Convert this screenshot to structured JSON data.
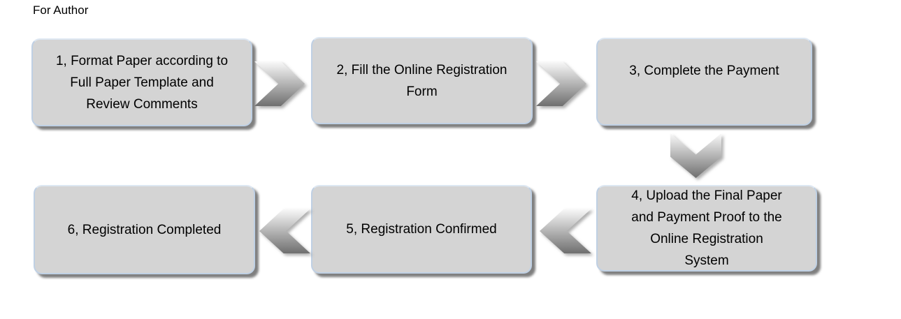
{
  "page": {
    "title": "For Author",
    "background": "#ffffff"
  },
  "flowchart": {
    "box_style": {
      "fill": "#d4d4d4",
      "border": "#bfd0e4",
      "shadow": "#5f5f5f",
      "text_color": "#000000"
    },
    "arrow_style": {
      "gradient_top": "#fafafa",
      "gradient_bottom": "#6f6f6f"
    },
    "steps": [
      {
        "id": "1",
        "label": "1, Format Paper according to\nFull Paper Template and\nReview Comments"
      },
      {
        "id": "2",
        "label": "2, Fill the Online Registration\nForm"
      },
      {
        "id": "3",
        "label": "3, Complete the Payment"
      },
      {
        "id": "4",
        "label": "4, Upload the Final Paper\nand Payment Proof to the\nOnline Registration\nSystem"
      },
      {
        "id": "5",
        "label": "5, Registration Confirmed"
      },
      {
        "id": "6",
        "label": "6, Registration Completed"
      }
    ],
    "connections": [
      {
        "from": "1",
        "to": "2",
        "direction": "right"
      },
      {
        "from": "2",
        "to": "3",
        "direction": "right"
      },
      {
        "from": "3",
        "to": "4",
        "direction": "down"
      },
      {
        "from": "4",
        "to": "5",
        "direction": "left"
      },
      {
        "from": "5",
        "to": "6",
        "direction": "left"
      }
    ]
  }
}
